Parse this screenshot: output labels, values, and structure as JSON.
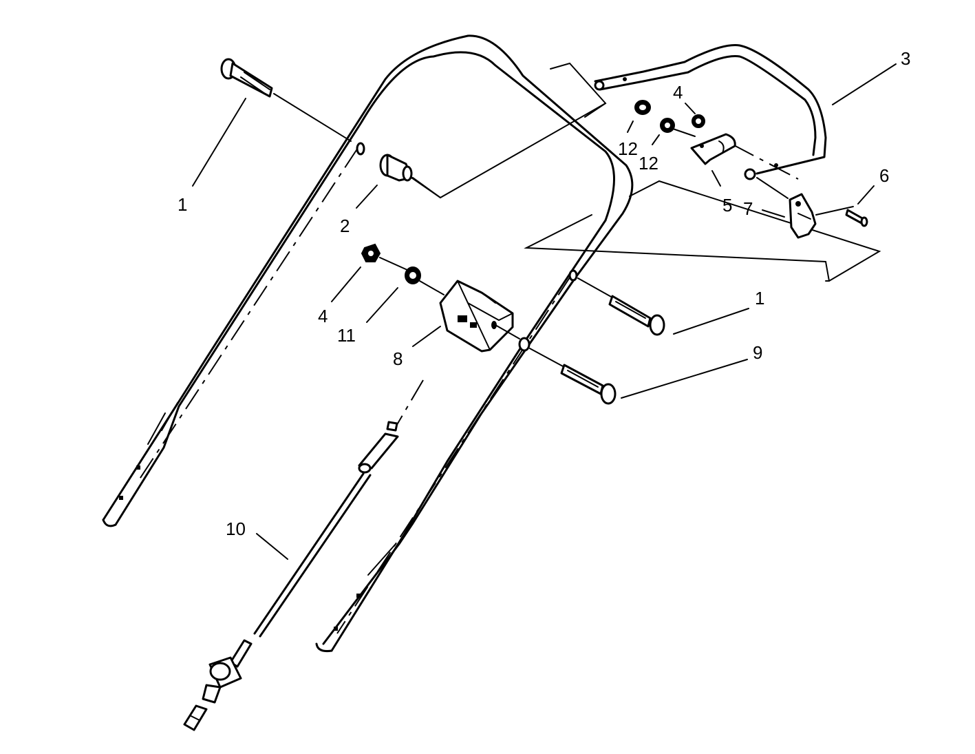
{
  "callouts": [
    {
      "id": "callout-1-carriage-bolt-upper",
      "text": "1"
    },
    {
      "id": "callout-2-spacer",
      "text": "2"
    },
    {
      "id": "callout-3-upper-bail",
      "text": "3"
    },
    {
      "id": "callout-4-nut-upper",
      "text": "4"
    },
    {
      "id": "callout-12-nut-a",
      "text": "12"
    },
    {
      "id": "callout-12-nut-b",
      "text": "12"
    },
    {
      "id": "callout-5-bracket",
      "text": "5"
    },
    {
      "id": "callout-6-screw",
      "text": "6"
    },
    {
      "id": "callout-7-cable-clip",
      "text": "7"
    },
    {
      "id": "callout-4-nut-lower",
      "text": "4"
    },
    {
      "id": "callout-11-washer",
      "text": "11"
    },
    {
      "id": "callout-8-control-block",
      "text": "8"
    },
    {
      "id": "callout-1-carriage-bolt-lower",
      "text": "1"
    },
    {
      "id": "callout-9-carriage-bolt",
      "text": "9"
    },
    {
      "id": "callout-10-control-cable",
      "text": "10"
    }
  ]
}
